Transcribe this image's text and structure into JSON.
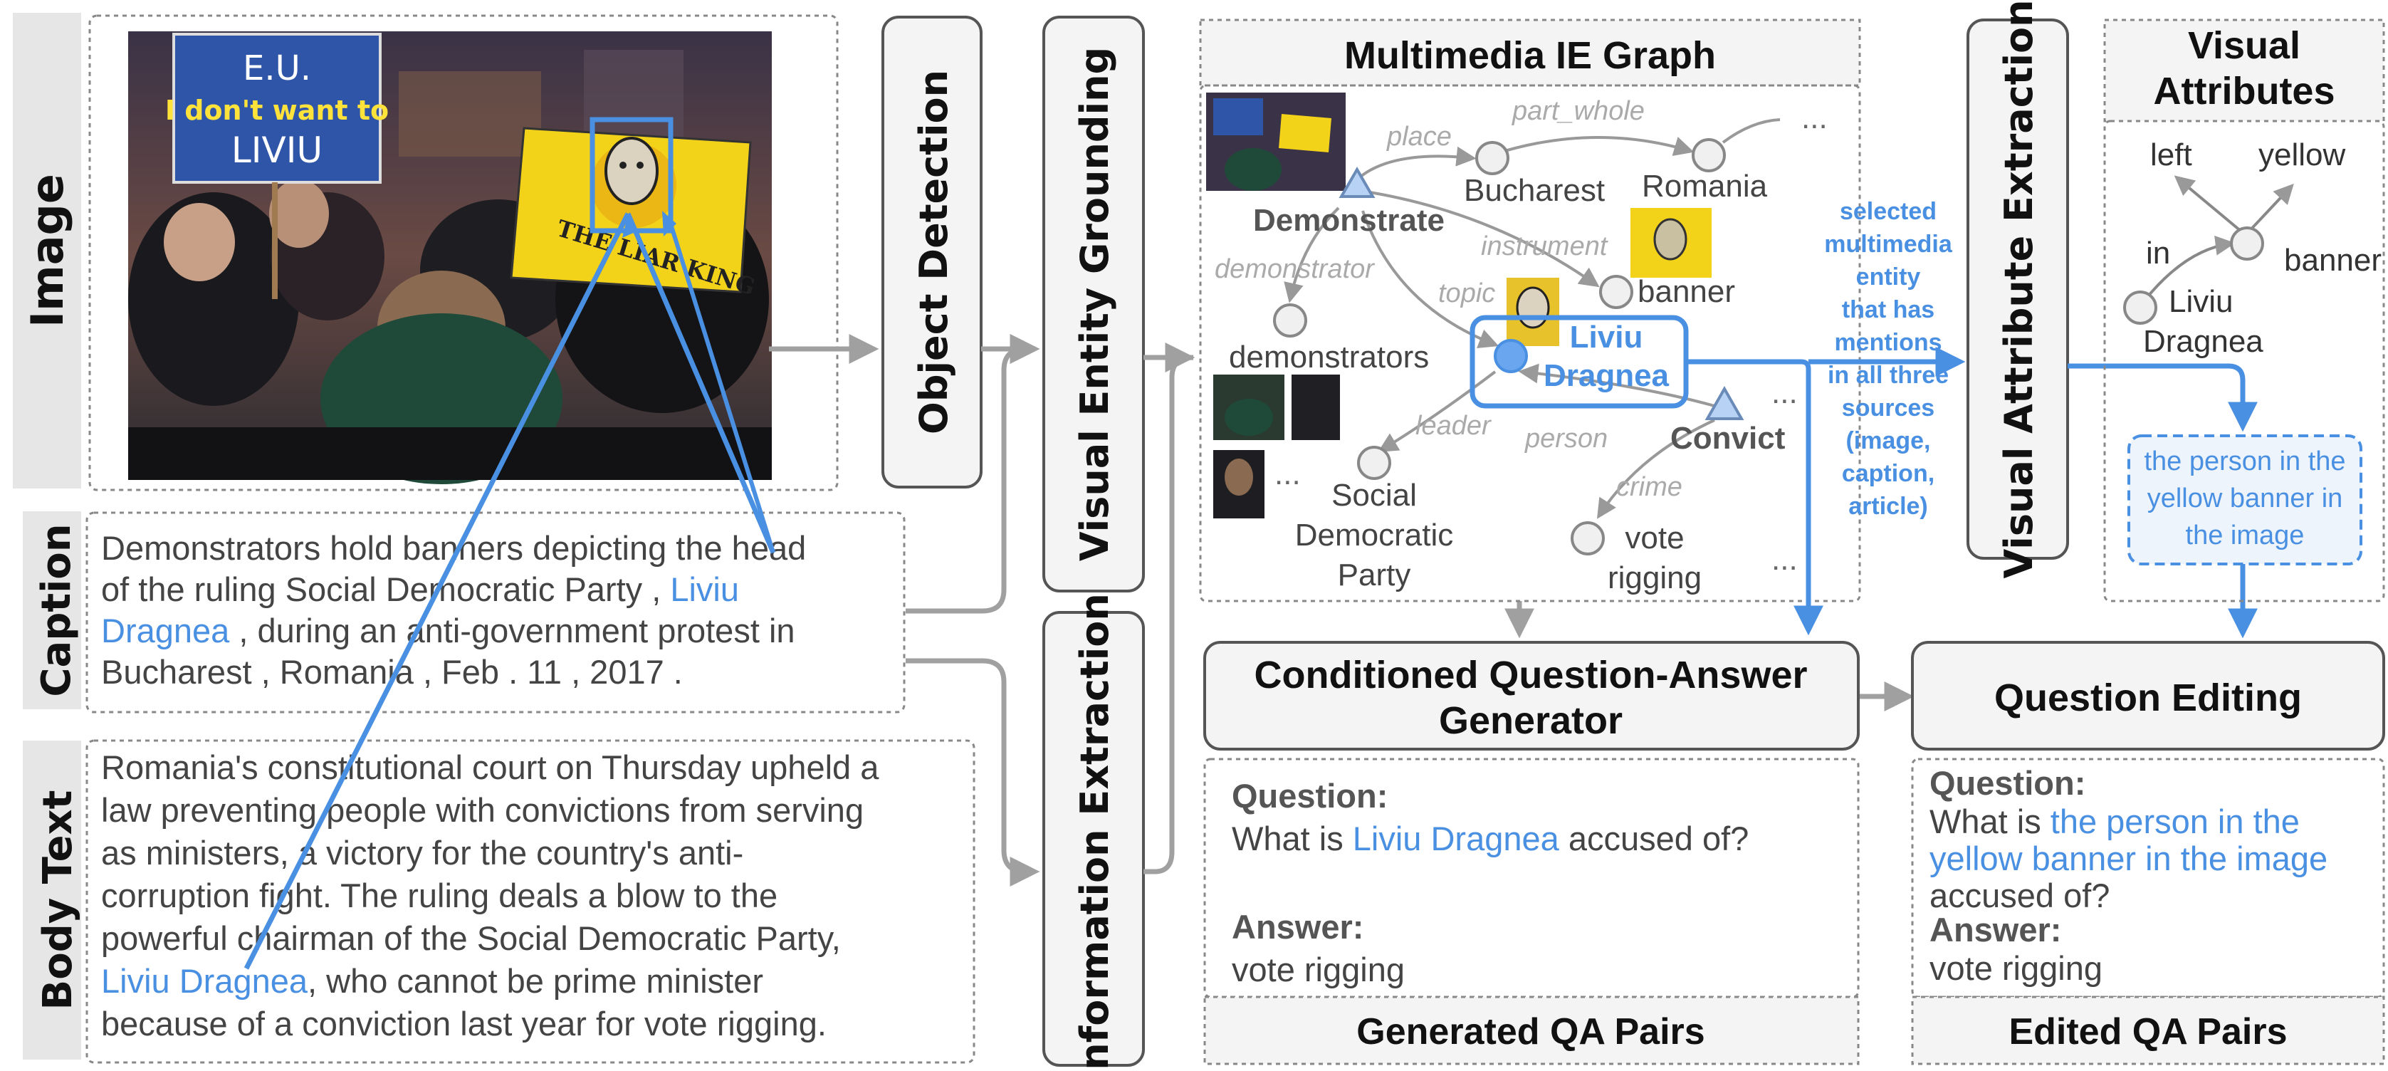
{
  "side_labels": {
    "image": "Image",
    "caption": "Caption",
    "body_text": "Body Text"
  },
  "caption_lines": [
    [
      "Demonstrators hold banners depicting the head"
    ],
    [
      "of the ruling Social Democratic Party , ",
      "Liviu"
    ],
    [
      "Dragnea",
      " , during an anti-government protest in"
    ],
    [
      "Bucharest , Romania , Feb . 11 , 2017 ."
    ]
  ],
  "body_lines": [
    "Romania's constitutional court on Thursday upheld a",
    "law preventing people with convictions from serving",
    "as ministers, a victory for the country's anti-",
    "corruption fight. The ruling deals a blow to the",
    "powerful chairman of the Social Democratic Party,",
    [
      "Liviu Dragnea",
      ", who cannot be prime minister"
    ],
    "because of a conviction last year for vote rigging."
  ],
  "photo_signs": {
    "left": [
      "E.U.",
      "I don't want to",
      "LIVIU"
    ],
    "right": "THE LIAR KING"
  },
  "process": {
    "object_detection": "Object Detection",
    "visual_entity_grounding": "Visual Entity Grounding",
    "information_extraction": "Information Extraction",
    "visual_attribute_extraction": "Visual Attribute Extraction"
  },
  "graph": {
    "title": "Multimedia IE Graph",
    "events": {
      "demonstrate": "Demonstrate",
      "convict": "Convict"
    },
    "nodes": {
      "bucharest": "Bucharest",
      "romania": "Romania",
      "banner": "banner",
      "demonstrators": "demonstrators",
      "liviu": [
        "Liviu",
        "Dragnea"
      ],
      "social": [
        "Social",
        "Democratic",
        "Party"
      ],
      "vote": [
        "vote",
        "rigging"
      ]
    },
    "edges": {
      "place": "place",
      "part_whole": "part_whole",
      "instrument": "instrument",
      "demonstrator": "demonstrator",
      "topic": "topic",
      "leader": "leader",
      "person": "person",
      "crime": "crime"
    },
    "ellipsis": "..."
  },
  "selected_note": [
    "selected",
    "multimedia",
    "entity",
    "that has",
    "mentions",
    "in all three",
    "sources",
    "(image,",
    "caption,",
    "article)"
  ],
  "attributes": {
    "title": [
      "Visual",
      "Attributes"
    ],
    "left": "left",
    "yellow": "yellow",
    "in": "in",
    "banner": "banner",
    "liviu": [
      "Liviu",
      "Dragnea"
    ],
    "phrase": [
      "the person in the",
      "yellow banner in",
      "the image"
    ]
  },
  "qa_generator": [
    "Conditioned Question-Answer",
    "Generator"
  ],
  "question_editing": "Question Editing",
  "generated": {
    "question_label": "Question",
    "question_text": [
      "What is ",
      "Liviu Dragnea",
      " accused of?"
    ],
    "answer_label": "Answer",
    "answer_text": "vote rigging",
    "footer": "Generated QA Pairs"
  },
  "edited": {
    "question_label": "Question",
    "question_lines": [
      [
        "What is ",
        "the person in the"
      ],
      [
        "",
        "yellow banner in the image"
      ],
      [
        "accused of?",
        ""
      ]
    ],
    "answer_label": "Answer",
    "answer_text": "vote rigging",
    "footer": "Edited QA Pairs"
  },
  "colors": {
    "accent": "#4a90e2",
    "gray_arrow": "#a0a0a0",
    "label_bg": "#e6e6e6"
  }
}
